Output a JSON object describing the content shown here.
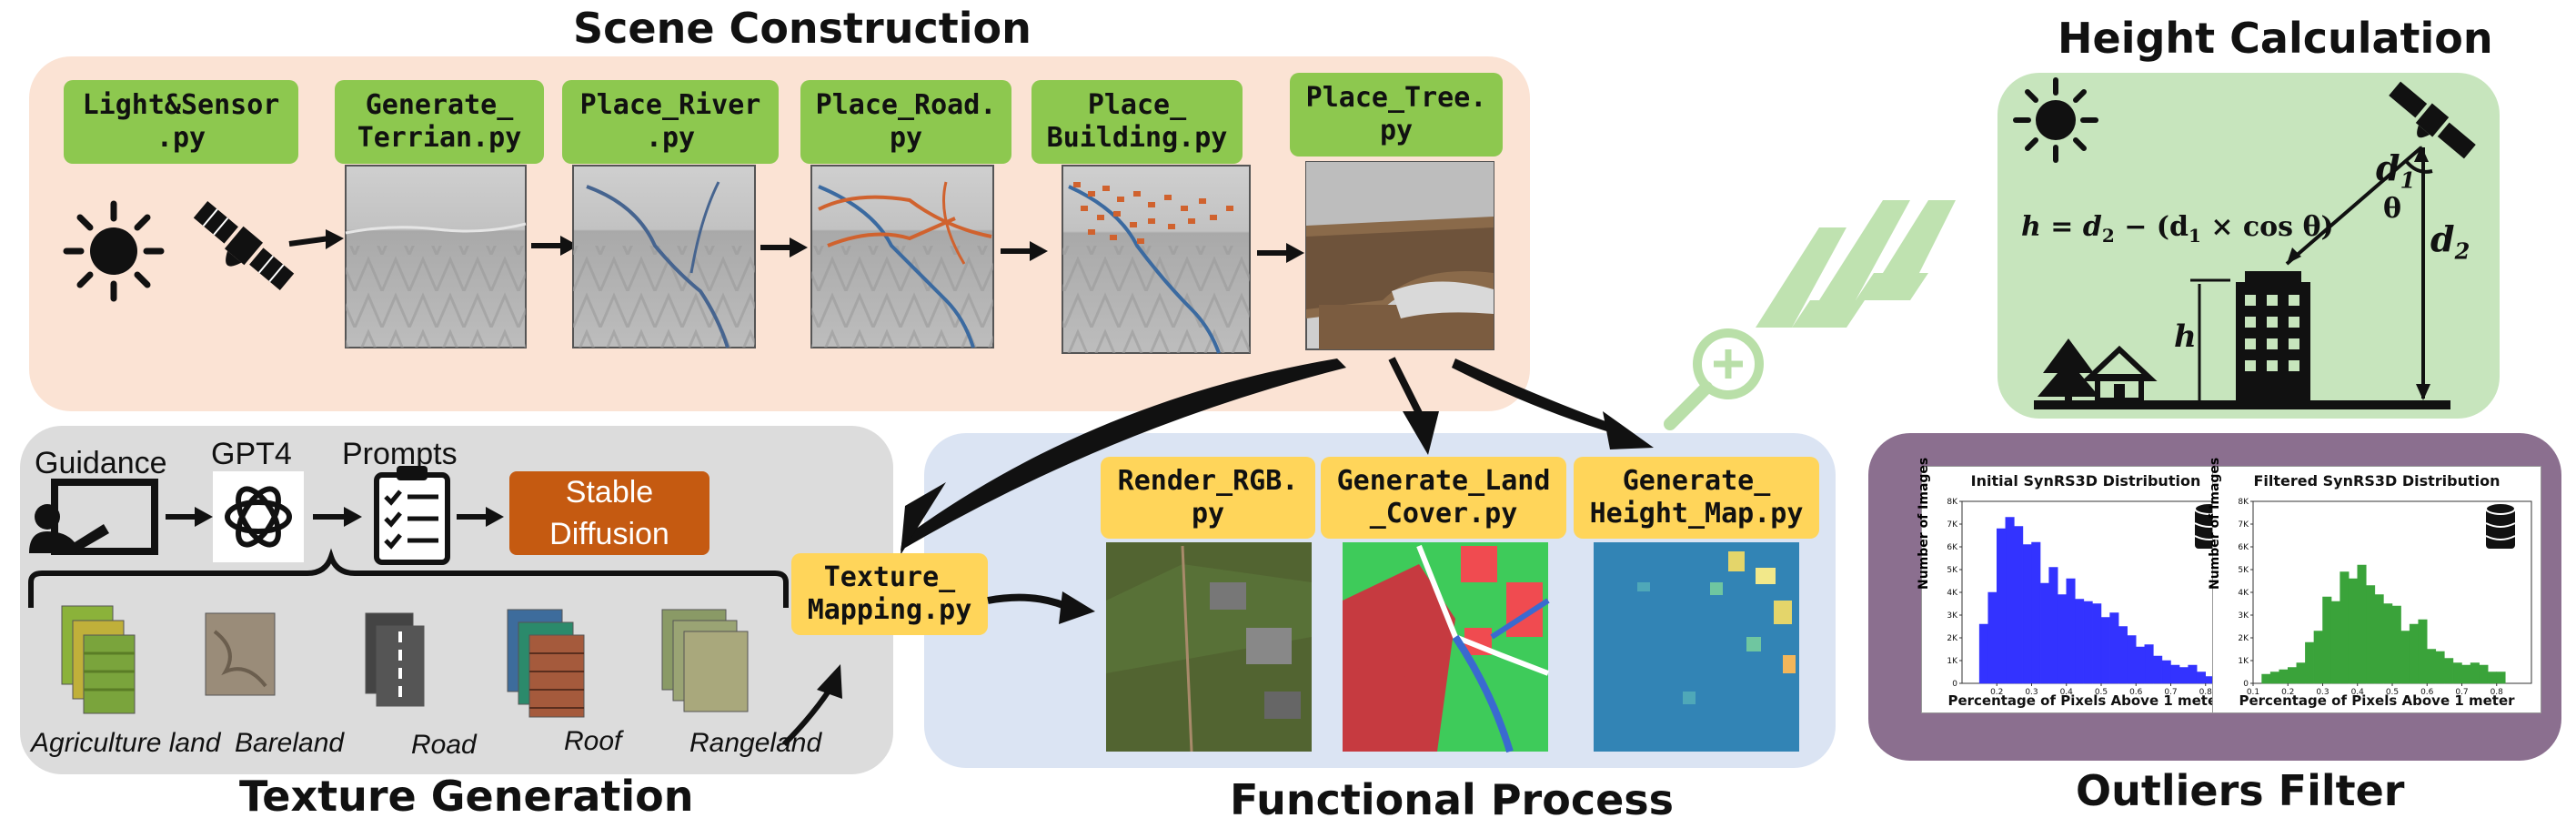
{
  "sections": {
    "scene_construction": "Scene Construction",
    "height_calculation": "Height Calculation",
    "texture_generation": "Texture Generation",
    "functional_process": "Functional Process",
    "outliers_filter": "Outliers Filter"
  },
  "scene_steps": [
    "Light&Sensor\n.py",
    "Generate_\nTerrian.py",
    "Place_River\n.py",
    "Place_Road.\npy",
    "Place_\nBuilding.py",
    "Place_Tree.\npy"
  ],
  "texture_flow": {
    "guidance": "Guidance",
    "gpt4": "GPT4",
    "prompts": "Prompts",
    "stable_diffusion": "Stable\nDiffusion",
    "texture_mapping": "Texture_\nMapping.py"
  },
  "texture_types": [
    "Agriculture land",
    "Bareland",
    "Road",
    "Roof",
    "Rangeland"
  ],
  "functional_steps": [
    "Render_RGB.\npy",
    "Generate_Land\n_Cover.py",
    "Generate_\nHeight_Map.py"
  ],
  "height_formula": {
    "lhs": "h = d",
    "sub2": "2",
    "mid": " − (d",
    "sub1": "1",
    "rhs": " × cos θ)",
    "d1": "d",
    "d1sub": "1",
    "d2": "d",
    "d2sub": "2",
    "theta": "θ",
    "h": "h"
  },
  "colors": {
    "scene_bg": "#fbe3d4",
    "texture_bg": "#dcdcdc",
    "functional_bg": "#dbe4f3",
    "height_bg": "#c7e5bd",
    "outlier_bg": "#8b6f8f",
    "green_tag": "#8dc84f",
    "yellow_tag": "#ffd55a",
    "sd_orange": "#c55a11"
  },
  "chart_data": [
    {
      "type": "bar",
      "title": "Initial SynRS3D Distribution",
      "xlabel": "Percentage of Pixels Above 1 meter",
      "ylabel": "Number of Images",
      "color": "#3333ff",
      "xlim": [
        0.1,
        0.9
      ],
      "ylim": [
        0,
        8000
      ],
      "xticks": [
        "0.2",
        "0.3",
        "0.4",
        "0.5",
        "0.6",
        "0.7",
        "0.8"
      ],
      "yticks": [
        "0",
        "1K",
        "2K",
        "3K",
        "4K",
        "5K",
        "6K",
        "7K",
        "8K"
      ],
      "bins_start": 0.15,
      "bin_width": 0.025,
      "values": [
        2600,
        4000,
        6800,
        7300,
        6900,
        6100,
        6200,
        4400,
        5100,
        3900,
        4600,
        3700,
        3600,
        3500,
        2900,
        3100,
        2500,
        2100,
        1600,
        1700,
        1200,
        1000,
        800,
        700,
        800,
        500,
        300
      ]
    },
    {
      "type": "bar",
      "title": "Filtered SynRS3D Distribution",
      "xlabel": "Percentage of Pixels Above 1 meter",
      "ylabel": "Number of Images",
      "color": "#3aa33a",
      "xlim": [
        0.1,
        0.9
      ],
      "ylim": [
        0,
        8000
      ],
      "xticks": [
        "0.1",
        "0.2",
        "0.3",
        "0.4",
        "0.5",
        "0.6",
        "0.7",
        "0.8"
      ],
      "yticks": [
        "0",
        "1K",
        "2K",
        "3K",
        "4K",
        "5K",
        "6K",
        "7K",
        "8K"
      ],
      "bins_start": 0.125,
      "bin_width": 0.025,
      "values": [
        400,
        500,
        600,
        700,
        900,
        1800,
        2300,
        3800,
        3600,
        4900,
        4600,
        5200,
        4300,
        3900,
        3500,
        3400,
        2300,
        2600,
        2800,
        1500,
        1400,
        1100,
        900,
        800,
        900,
        800,
        500,
        500
      ]
    }
  ]
}
